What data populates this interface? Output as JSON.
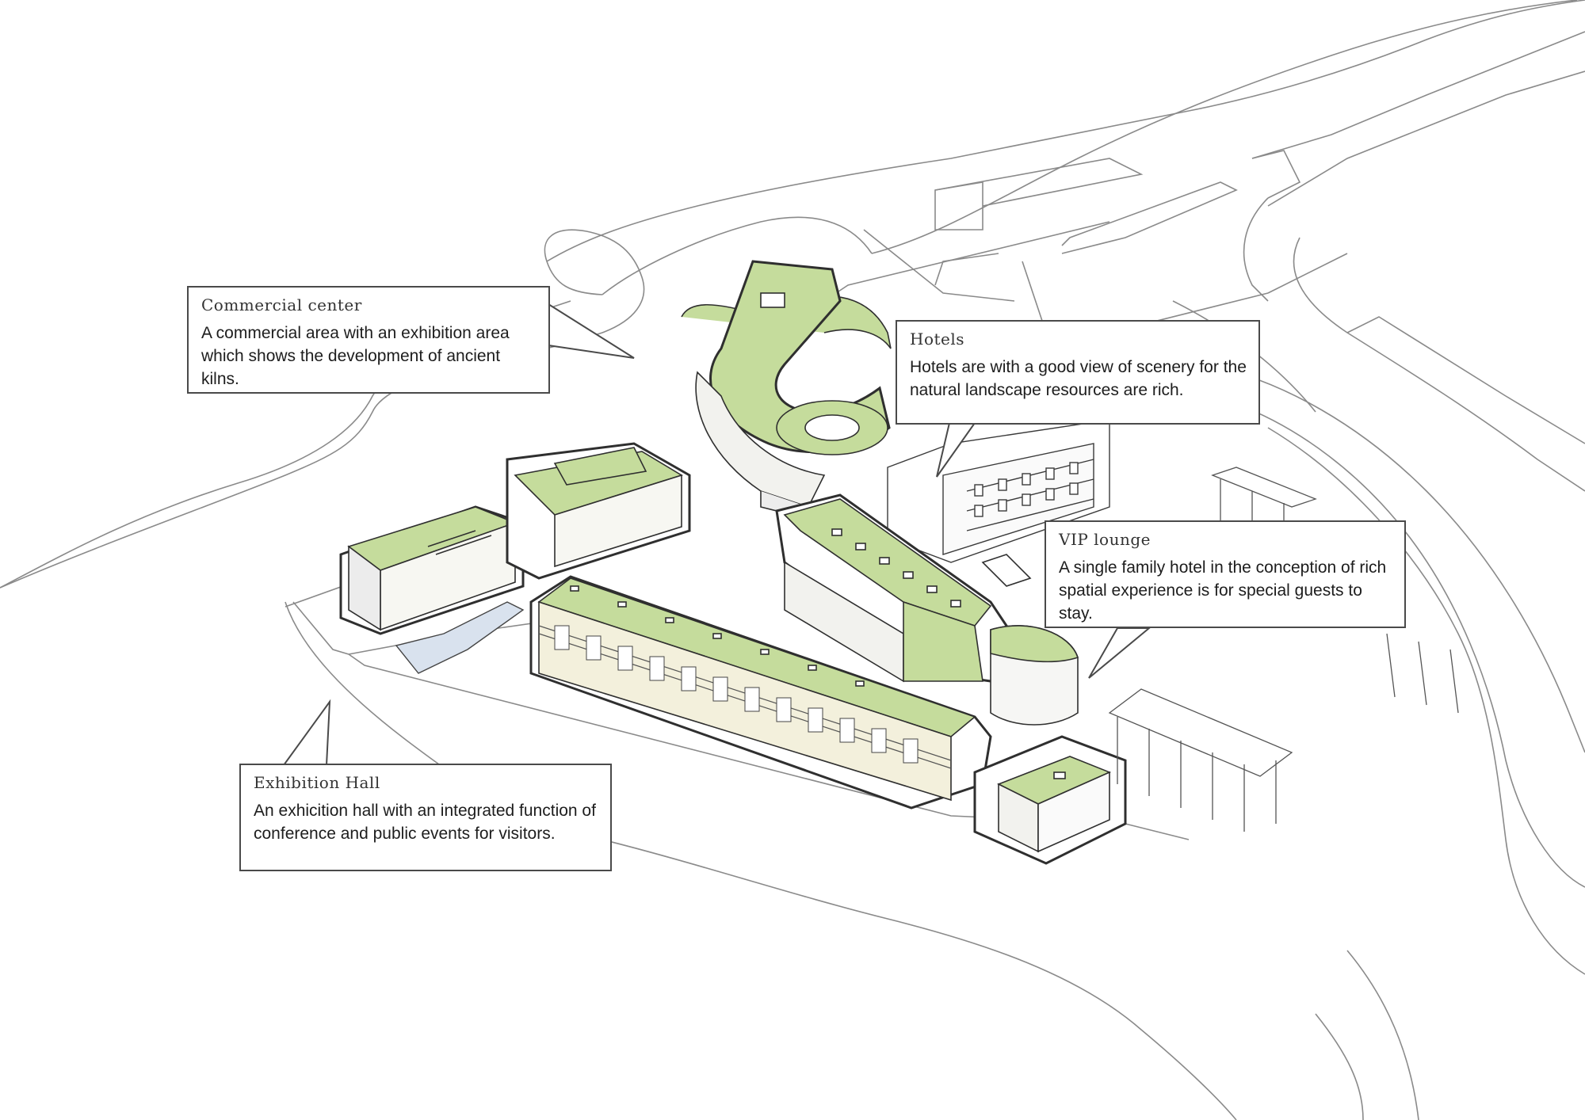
{
  "colors": {
    "roof_green": "#c5dc9c",
    "line": "#3a3a3a",
    "terrain_line": "#8a8a8a",
    "water": "#d9e2ee",
    "facade_cream": "#f3f0dc",
    "background": "#ffffff"
  },
  "callouts": {
    "commercial": {
      "title": "Commercial center",
      "text": "A commercial area with an exhibition  area which shows  the development of ancient kilns."
    },
    "hotels": {
      "title": "Hotels",
      "text": "Hotels are with a good view of scenery for the natural landscape resources are rich."
    },
    "vip": {
      "title": "VIP lounge",
      "text": "A single family hotel  in the conception of rich spatial experience is for special guests to stay."
    },
    "exhibition": {
      "title": "Exhibition Hall",
      "text": "An exhicition hall with an integrated function of conference  and public events for visitors."
    }
  }
}
